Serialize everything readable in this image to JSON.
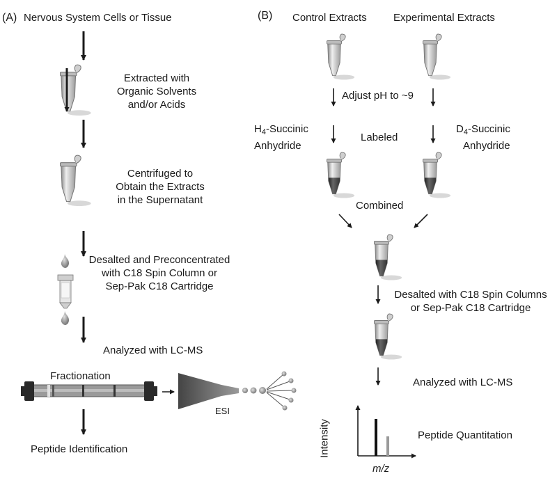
{
  "panel_a": {
    "label": "(A)",
    "source": "Nervous System Cells or Tissue",
    "step1": [
      "Extracted with",
      "Organic Solvents",
      "and/or Acids"
    ],
    "step2": [
      "Centrifuged to",
      "Obtain the Extracts",
      "in the Supernatant"
    ],
    "step3": [
      "Desalted and Preconcentrated",
      "with C18 Spin Column or",
      "Sep-Pak C18 Cartridge"
    ],
    "step4": "Analyzed with LC-MS",
    "fractionation": "Fractionation",
    "esi": "ESI",
    "result": "Peptide Identification"
  },
  "panel_b": {
    "label": "(B)",
    "control": "Control Extracts",
    "experimental": "Experimental Extracts",
    "adjust_ph": "Adjust pH to ~9",
    "h4_sub": "4",
    "h4_line1": "-Succinic",
    "h4_line2": "Anhydride",
    "h_prefix": "H",
    "d_prefix": "D",
    "d4_sub": "4",
    "d4_line1": "-Succinic",
    "d4_line2": "Anhydride",
    "labeled": "Labeled",
    "combined": "Combined",
    "desalted": [
      "Desalted with C18 Spin Columns",
      "or Sep-Pak C18 Cartridge"
    ],
    "analyzed": "Analyzed with LC-MS",
    "quant": "Peptide Quantitation",
    "ylabel": "Intensity",
    "xlabel": "m/z"
  },
  "colors": {
    "arrow": "#1a1a1a",
    "tube": "#c8c8c8",
    "liquid": "#3a3a3a",
    "column": "#9a9a9a",
    "peak_h": "#111111",
    "peak_d": "#9a9a9a"
  }
}
